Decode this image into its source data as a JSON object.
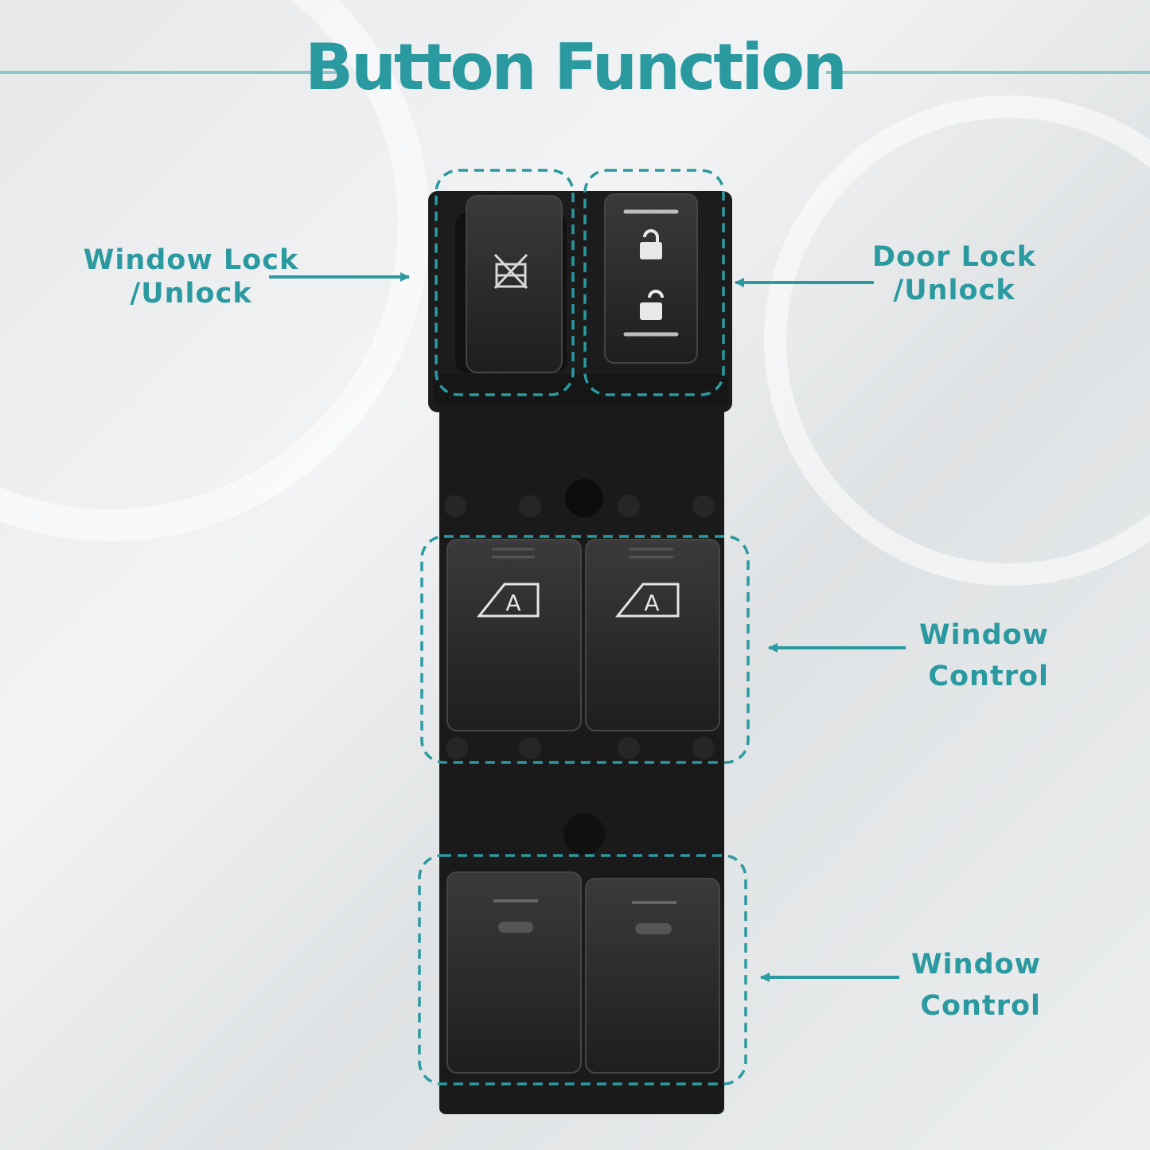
{
  "title": "Button Function",
  "colors": {
    "accent": "#2a9aa0",
    "switch_body": "#1b1b1b",
    "button": "#2a2a2a"
  },
  "labels": {
    "window_lock": [
      "Window Lock",
      "/Unlock"
    ],
    "door_lock": [
      "Door Lock",
      "/Unlock"
    ],
    "window_control_front": [
      "Window",
      "Control"
    ],
    "window_control_rear": [
      "Window",
      "Control"
    ]
  },
  "button_marks": {
    "auto_window": "A"
  },
  "icons": [
    "window-lock-icon",
    "lock-icon",
    "unlock-icon",
    "auto-window-icon"
  ]
}
